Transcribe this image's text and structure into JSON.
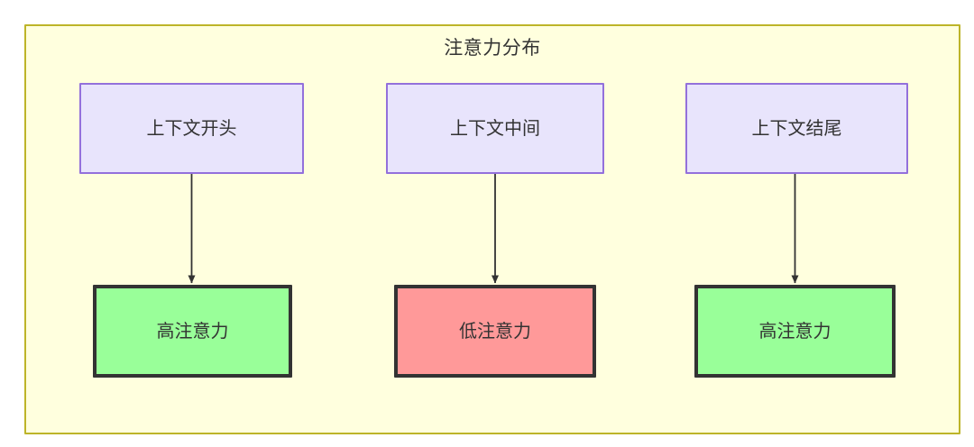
{
  "diagram": {
    "title": "注意力分布",
    "container": {
      "fill_color": "#ffffde",
      "border_color": "#bdb429"
    },
    "columns": [
      {
        "source": {
          "label": "上下文开头",
          "fill_color": "#e8e4fc",
          "border_color": "#9370db"
        },
        "result": {
          "label": "高注意力",
          "fill_color": "#99ff99",
          "border_color": "#333333",
          "level": "high"
        }
      },
      {
        "source": {
          "label": "上下文中间",
          "fill_color": "#e8e4fc",
          "border_color": "#9370db"
        },
        "result": {
          "label": "低注意力",
          "fill_color": "#ff9999",
          "border_color": "#333333",
          "level": "low"
        }
      },
      {
        "source": {
          "label": "上下文结尾",
          "fill_color": "#e8e4fc",
          "border_color": "#9370db"
        },
        "result": {
          "label": "高注意力",
          "fill_color": "#99ff99",
          "border_color": "#333333",
          "level": "high"
        }
      }
    ],
    "edges": [
      {
        "from": "上下文开头",
        "to": "高注意力",
        "style": "solid-arrow"
      },
      {
        "from": "上下文中间",
        "to": "低注意力",
        "style": "solid-arrow"
      },
      {
        "from": "上下文结尾",
        "to": "高注意力",
        "style": "solid-arrow"
      }
    ]
  }
}
